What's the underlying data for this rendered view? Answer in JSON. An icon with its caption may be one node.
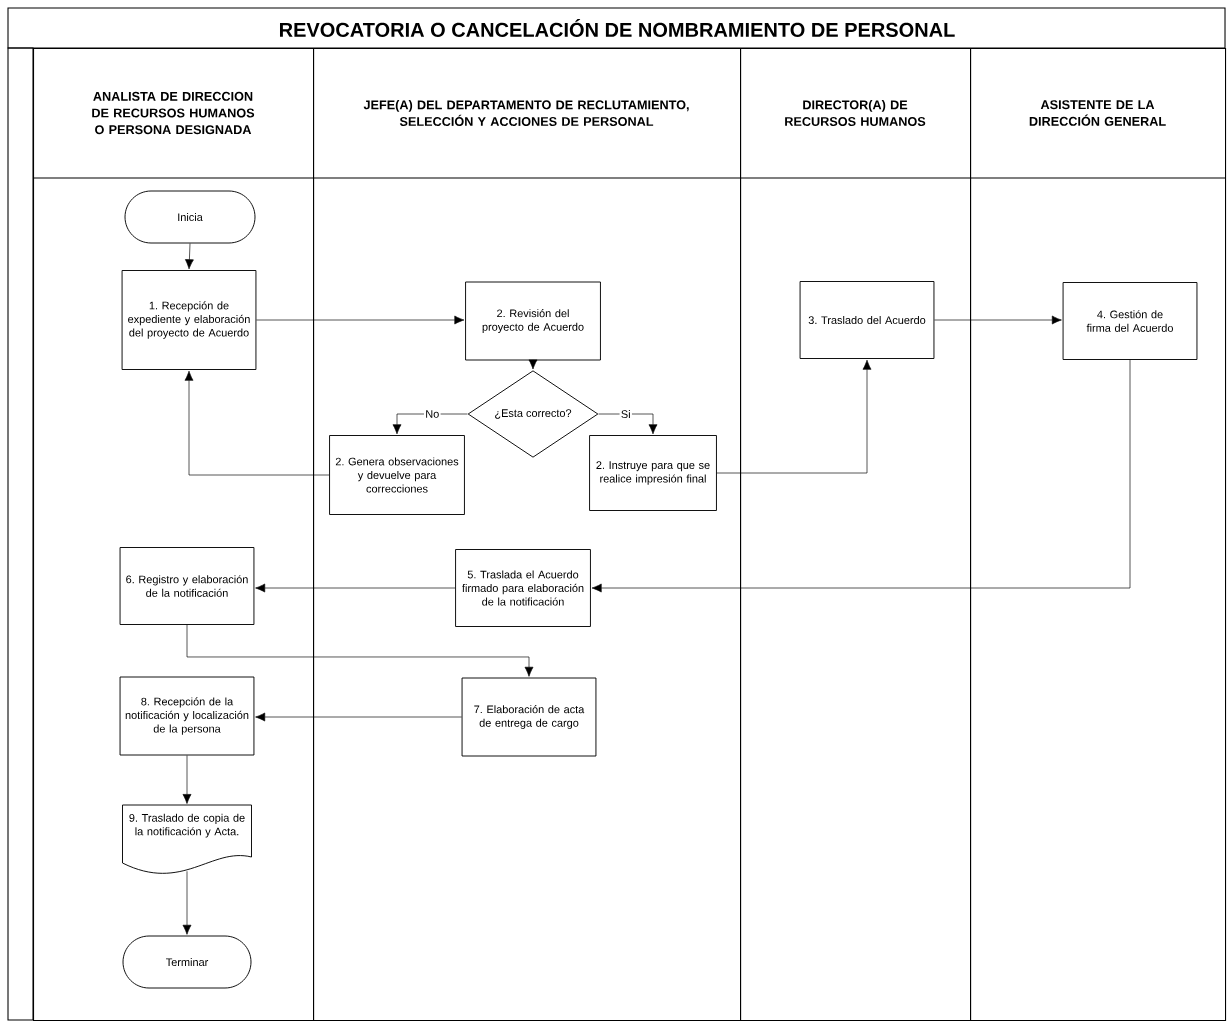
{
  "diagram": {
    "title": "REVOCATORIA O CANCELACIÓN DE NOMBRAMIENTO DE PERSONAL",
    "nodes": [
      {
        "text": [
          "ANALISTA DE DIRECCION DE RECURSOS HUMANOS O PERSONA DESIGNADA"
        ]
      },
      {
        "text": [
          "JEFE(A) DEL DEPARTAMENTO DE RECLUTAMIENTO, SELECCIÓN Y ACCIONES DE PERSONAL"
        ]
      },
      {
        "text": [
          "DIRECTOR(A) DE RECURSOS HUMANOS"
        ]
      },
      {
        "text": [
          "ASISTENTE DE LA DIRECCIÓN GENERAL"
        ]
      },
      {
        "text": [
          "Inicia"
        ],
        "in": 0
      },
      {
        "text": [
          "1. Recepción de expediente y elaboración del proyecto de Acuerdo"
        ],
        "in": 0
      },
      {
        "text": [
          "2. Revisión del proyecto de Acuerdo"
        ],
        "in": 1
      },
      {
        "text": [
          "¿Esta correcto?"
        ],
        "in": 1
      },
      {
        "text": [
          "2. Genera observaciones y devuelve para correcciones"
        ],
        "in": 1
      },
      {
        "text": [
          "2. Instruye para que se realice impresión final"
        ],
        "in": 1
      },
      {
        "text": [
          "3. Traslado del Acuerdo"
        ],
        "in": 2
      },
      {
        "text": [
          "4. Gestión de firma del Acuerdo"
        ],
        "in": 3
      },
      {
        "text": [
          "6. Registro y elaboración de la notificación"
        ],
        "in": 0
      },
      {
        "text": [
          "5. Traslada el Acuerdo firmado para elaboración de la notificación"
        ],
        "in": 1
      },
      {
        "text": [
          "8. Recepción de la notificación y localización de la persona"
        ],
        "in": 0
      },
      {
        "text": [
          "7. Elaboración de acta de entrega de cargo"
        ],
        "in": 1
      },
      {
        "text": [
          "9. Traslado de copia de la notificación y Acta."
        ],
        "in": 0
      },
      {
        "text": [
          "Terminar"
        ],
        "in": 0
      }
    ],
    "edges": [
      {
        "from": 4,
        "to": 5,
        "arrow": "to"
      },
      {
        "from": 5,
        "to": 6,
        "arrow": "to"
      },
      {
        "from": 6,
        "to": 7,
        "arrow": "to"
      },
      {
        "from": 7,
        "to": 8,
        "arrow": "to",
        "label": "No"
      },
      {
        "from": 7,
        "to": 9,
        "arrow": "to",
        "label": "Si"
      },
      {
        "from": 8,
        "to": 5,
        "arrow": "to"
      },
      {
        "from": 9,
        "to": 10,
        "arrow": "to"
      },
      {
        "from": 10,
        "to": 11,
        "arrow": "to"
      },
      {
        "from": 11,
        "to": 13,
        "arrow": "to"
      },
      {
        "from": 13,
        "to": 12,
        "arrow": "to"
      },
      {
        "from": 12,
        "to": 15,
        "arrow": "to"
      },
      {
        "from": 15,
        "to": 14,
        "arrow": "to"
      },
      {
        "from": 14,
        "to": 16,
        "arrow": "to"
      },
      {
        "from": 16,
        "to": 17,
        "arrow": "to"
      }
    ]
  }
}
